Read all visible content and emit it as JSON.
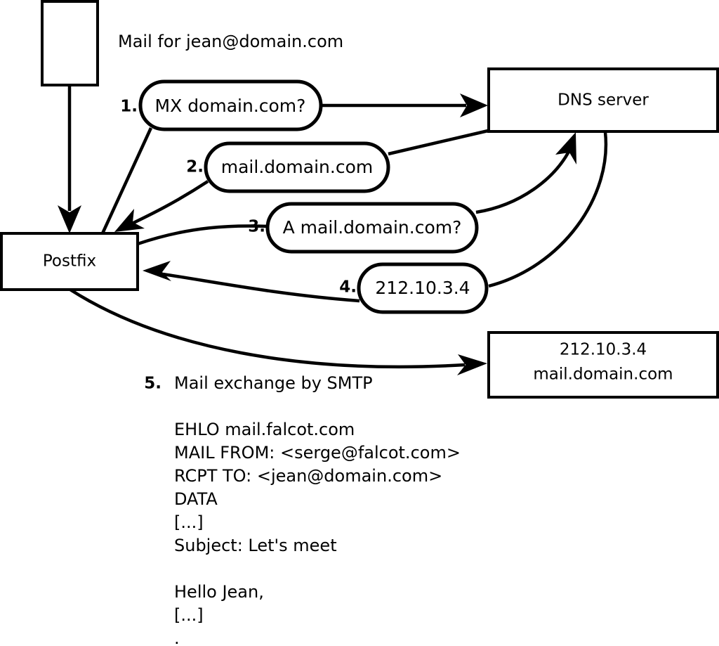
{
  "diagram": {
    "title_label": "Mail for jean@domain.com",
    "nodes": [
      {
        "id": "source-host",
        "label": ""
      },
      {
        "id": "postfix",
        "label": "Postfix"
      },
      {
        "id": "dns-server",
        "label": "DNS server"
      },
      {
        "id": "remote-mail-server",
        "line1": "212.10.3.4",
        "line2": "mail.domain.com"
      }
    ],
    "steps": [
      {
        "num": "1.",
        "label": "MX domain.com?"
      },
      {
        "num": "2.",
        "label": "mail.domain.com"
      },
      {
        "num": "3.",
        "label": "A mail.domain.com?"
      },
      {
        "num": "4.",
        "label": "212.10.3.4"
      }
    ],
    "step5": {
      "num": "5.",
      "label": "Mail exchange by SMTP"
    },
    "smtp_transcript": [
      "EHLO mail.falcot.com",
      "MAIL FROM: <serge@falcot.com>",
      "RCPT TO: <jean@domain.com>",
      "DATA",
      "[...]",
      "Subject: Let's meet",
      "",
      "Hello Jean,",
      "[...]",
      "."
    ],
    "colors": {
      "stroke": "#000000",
      "fill": "#ffffff"
    }
  }
}
